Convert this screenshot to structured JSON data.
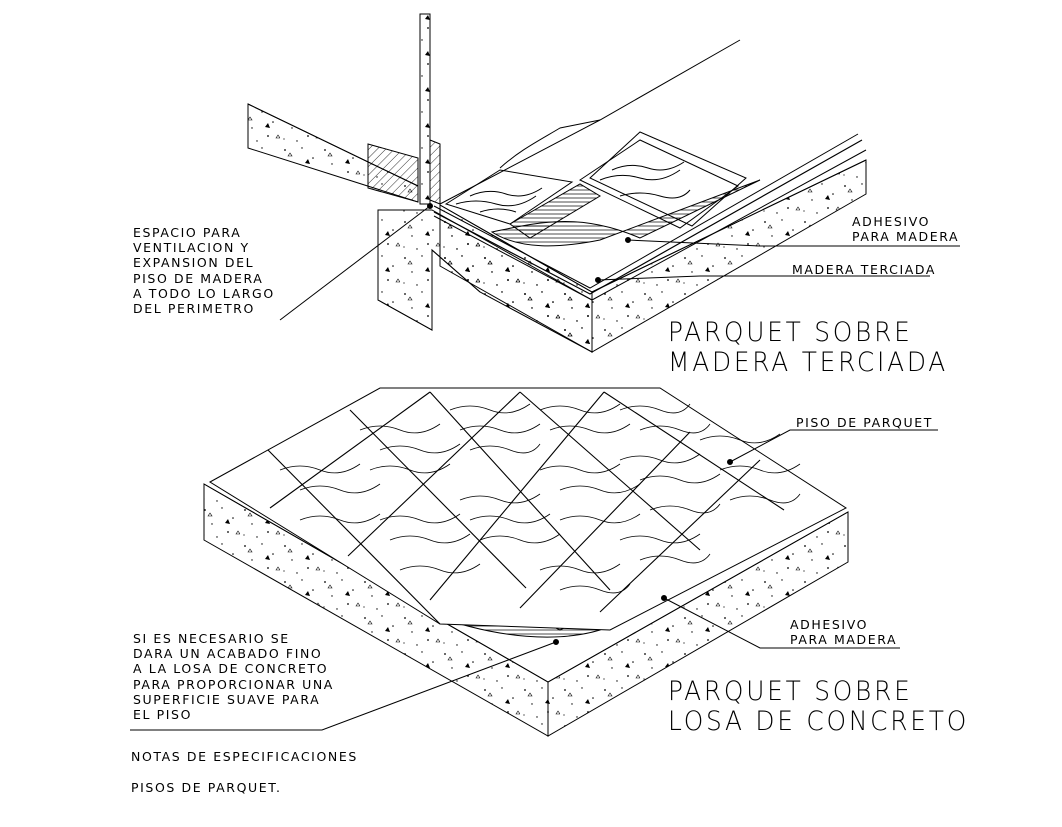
{
  "diagram_top": {
    "title": "PARQUET SOBRE\nMADERA TERCIADA",
    "note_espacio": "ESPACIO PARA\nVENTILACION Y\nEXPANSION DEL\nPISO DE MADERA\nA TODO LO LARGO\nDEL PERIMETRO",
    "note_adhesivo": "ADHESIVO\nPARA MADERA",
    "note_madera": "MADERA TERCIADA"
  },
  "diagram_bottom": {
    "title": "PARQUET SOBRE\nLOSA DE CONCRETO",
    "note_piso": "PISO DE PARQUET",
    "note_adhesivo": "ADHESIVO\nPARA MADERA",
    "note_losa": "SI ES NECESARIO SE\nDARA UN ACABADO FINO\nA LA LOSA DE CONCRETO\nPARA PROPORCIONAR UNA\nSUPERFICIE SUAVE PARA\nEL PISO"
  },
  "notes": {
    "line1": "NOTAS DE ESPECIFICACIONES",
    "line2": "PISOS DE PARQUET."
  },
  "colors": {
    "ink": "#000000",
    "paper": "#ffffff"
  }
}
